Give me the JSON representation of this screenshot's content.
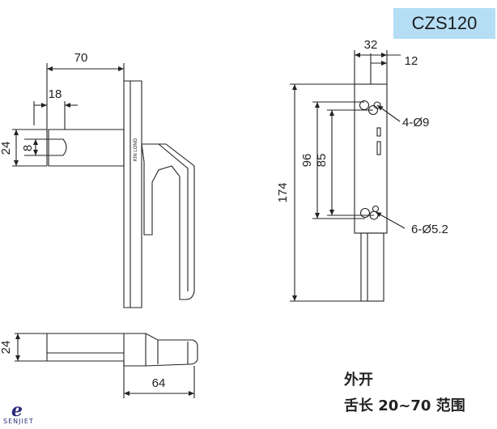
{
  "model": "CZS120",
  "dimensions": {
    "front_width": "70",
    "front_offset": "18",
    "front_height_outer": "24",
    "front_height_inner": "8",
    "side_width": "32",
    "side_offset": "12",
    "side_total_height": "174",
    "side_hole_spacing_outer": "96",
    "side_hole_spacing_inner": "85",
    "bottom_height": "24",
    "bottom_length": "64"
  },
  "callouts": {
    "top_holes": "4-Ø9",
    "bottom_holes": "6-Ø5.2"
  },
  "brand_on_handle": "KIN LONG",
  "captions": {
    "line1": "外开",
    "line2": "舌长 20~70 范围"
  },
  "logo": {
    "mark": "e",
    "text": "SENJIET"
  }
}
